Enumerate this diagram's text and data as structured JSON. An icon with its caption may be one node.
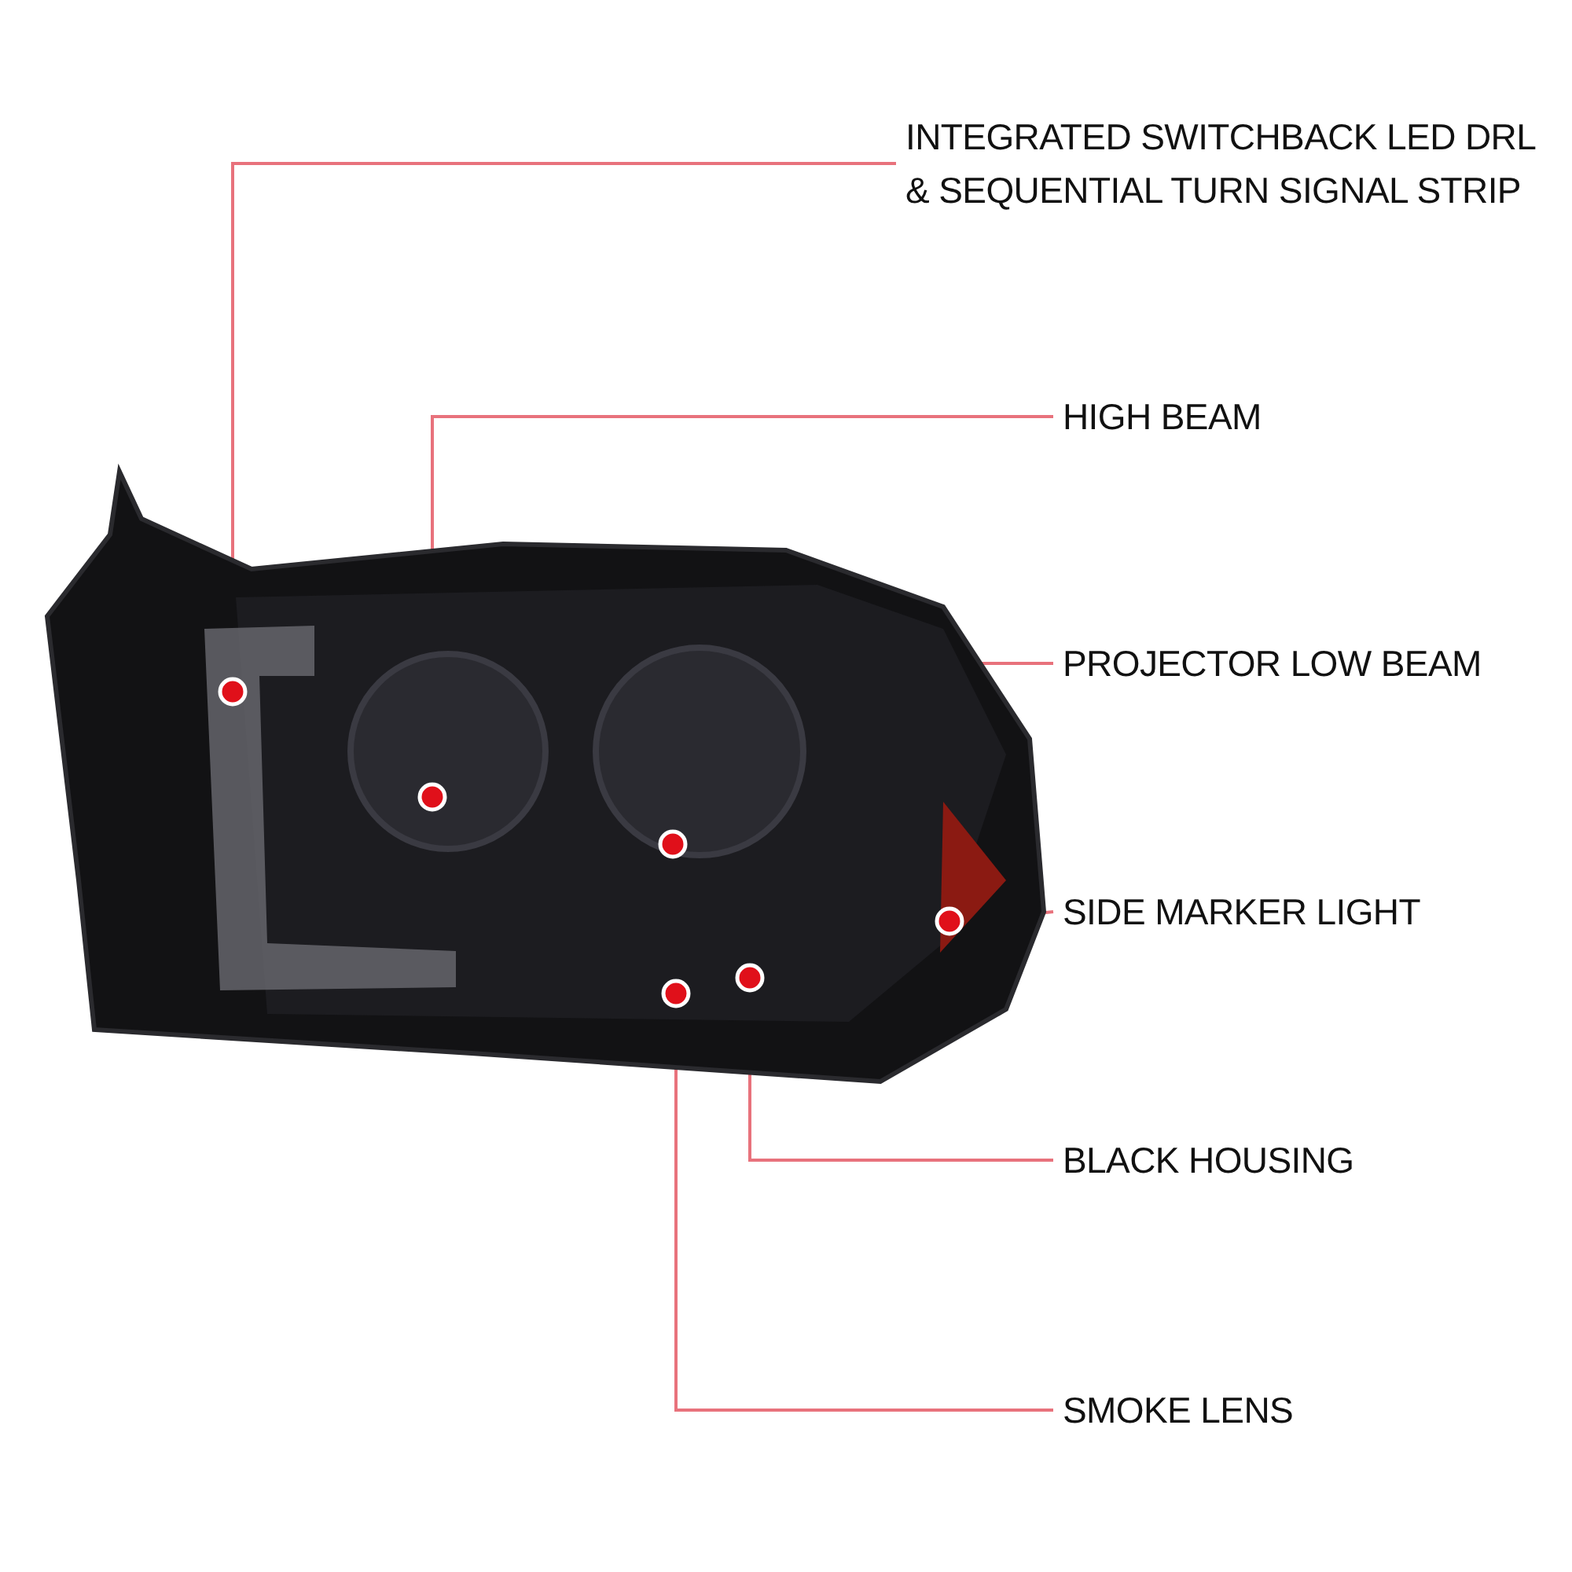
{
  "diagram": {
    "nodes": [
      {
        "text": [],
        "shape": "picture"
      },
      {
        "text": [],
        "shape": "circle",
        "in": 0
      },
      {
        "text": [],
        "shape": "circle",
        "in": 0
      },
      {
        "text": [],
        "shape": "circle",
        "in": 0
      },
      {
        "text": [],
        "shape": "circle",
        "in": 0
      },
      {
        "text": [],
        "shape": "circle",
        "in": 0
      },
      {
        "text": [],
        "shape": "circle",
        "in": 0
      },
      {
        "text": [
          "INTEGRATED SWITCHBACK LED DRL & SEQUENTIAL TURN SIGNAL STRIP"
        ]
      },
      {
        "text": [
          "HIGH BEAM"
        ]
      },
      {
        "text": [
          "PROJECTOR LOW BEAM"
        ]
      },
      {
        "text": [
          "SIDE MARKER LIGHT"
        ]
      },
      {
        "text": [
          "BLACK HOUSING"
        ]
      },
      {
        "text": [
          "SMOKE LENS"
        ]
      }
    ],
    "edges": [
      {
        "from": 7,
        "to": 1,
        "arrow": "none"
      },
      {
        "from": 8,
        "to": 2,
        "arrow": "none"
      },
      {
        "from": 9,
        "to": 3,
        "arrow": "none"
      },
      {
        "from": 10,
        "to": 4,
        "arrow": "none"
      },
      {
        "from": 11,
        "to": 6,
        "arrow": "none"
      },
      {
        "from": 12,
        "to": 5,
        "arrow": "none"
      }
    ]
  }
}
